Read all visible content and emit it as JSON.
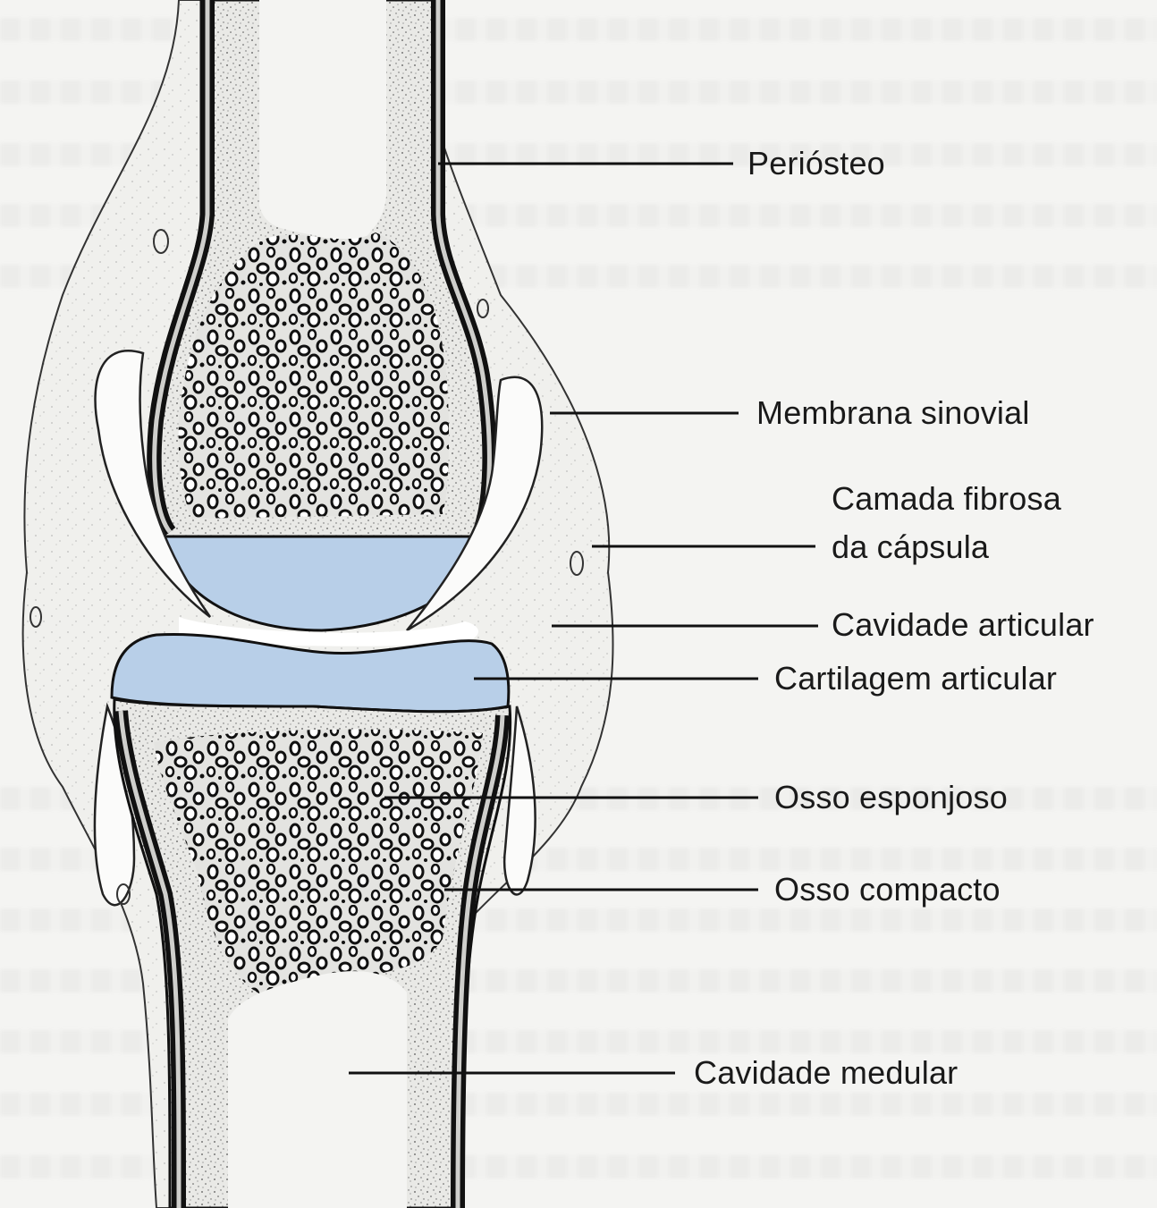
{
  "labels": {
    "periosteo": "Periósteo",
    "membrana_sinovial": "Membrana sinovial",
    "camada_fibrosa_line1": "Camada fibrosa",
    "camada_fibrosa_line2": "da cápsula",
    "cavidade_articular": "Cavidade articular",
    "cartilagem_articular": "Cartilagem articular",
    "osso_esponjoso": "Osso esponjoso",
    "osso_compacto": "Osso compacto",
    "cavidade_medular": "Cavidade medular"
  },
  "colors": {
    "cartilage": "#b8cfe8",
    "bone_outline": "#1a1a1a",
    "tissue": "#efefec",
    "background": "#f4f4f2"
  }
}
